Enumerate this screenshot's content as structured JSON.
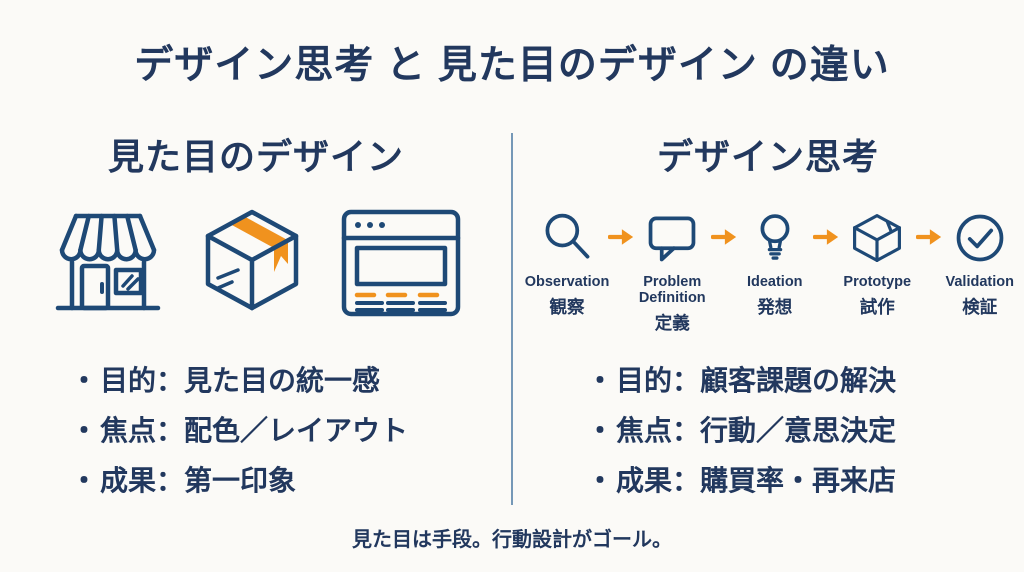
{
  "slide": {
    "title": "デザイン思考 と 見た目のデザイン の違い",
    "footer": "見た目は手段。行動設計がゴール。",
    "bullet_char": "・"
  },
  "left": {
    "heading": "見た目のデザイン",
    "icons": [
      "storefront-icon",
      "package-icon",
      "browser-window-icon"
    ],
    "bullets": [
      "目的：見た目の統一感",
      "焦点：配色／レイアウト",
      "成果：第一印象"
    ]
  },
  "right": {
    "heading": "デザイン思考",
    "steps": [
      {
        "icon": "magnifier-icon",
        "en": "Observation",
        "ja": "観察"
      },
      {
        "icon": "speech-bubble-icon",
        "en": "Problem Definition",
        "ja": "定義"
      },
      {
        "icon": "lightbulb-icon",
        "en": "Ideation",
        "ja": "発想"
      },
      {
        "icon": "prototype-box-icon",
        "en": "Prototype",
        "ja": "試作"
      },
      {
        "icon": "check-circle-icon",
        "en": "Validation",
        "ja": "検証"
      }
    ],
    "bullets": [
      "目的：顧客課題の解決",
      "焦点：行動／意思決定",
      "成果：購買率・再来店"
    ]
  },
  "colors": {
    "text_navy": "#22385e",
    "icon_navy": "#1e4976",
    "accent_orange": "#f0921e",
    "divider_blue": "#5d86ab",
    "background": "#fbfaf7"
  }
}
